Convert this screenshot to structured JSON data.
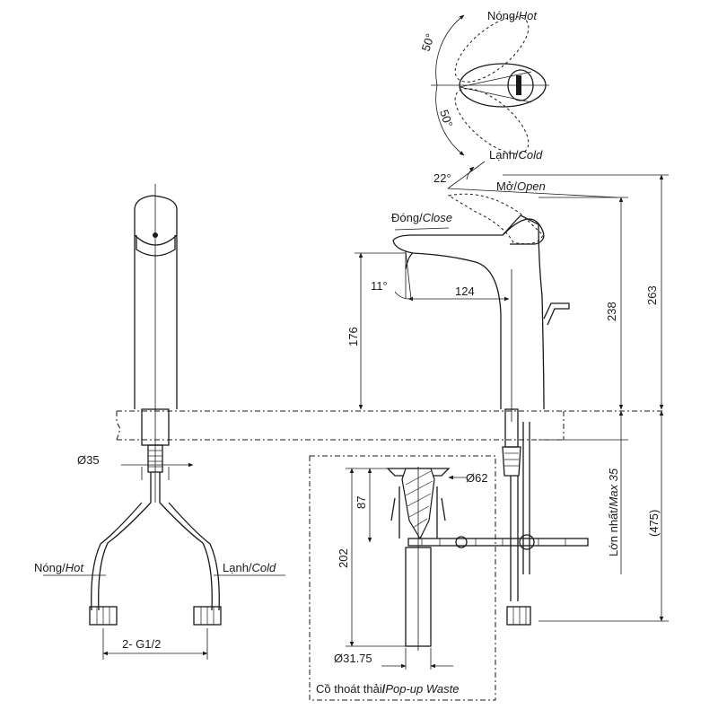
{
  "labels": {
    "hot_top_vi": "Nóng/",
    "hot_top_en": "Hot",
    "cold_top_vi": "Lạnh/",
    "cold_top_en": "Cold",
    "angle_50a": "50°",
    "angle_50b": "50°",
    "angle_22": "22°",
    "open_vi": "Mở/",
    "open_en": "Open",
    "close_vi": "Đóng/",
    "close_en": "Close",
    "angle_11": "11°",
    "dim_124": "124",
    "dim_176": "176",
    "dim_238": "238",
    "dim_263": "263",
    "dim_d35": "Ø35",
    "hot_left_vi": "Nóng/",
    "hot_left_en": "Hot",
    "cold_left_vi": "Lạnh/",
    "cold_left_en": "Cold",
    "thread": "2- G1/2",
    "dim_d62": "Ø62",
    "dim_87": "87",
    "dim_202": "202",
    "dim_d3175": "Ø31.75",
    "waste_vi": "Cồ thoát thải",
    "waste_sep": "/",
    "waste_en": "Pop-up Waste",
    "max_vi": "Lớn nhất/",
    "max_en": "Max 35",
    "dim_475": "(475)"
  }
}
